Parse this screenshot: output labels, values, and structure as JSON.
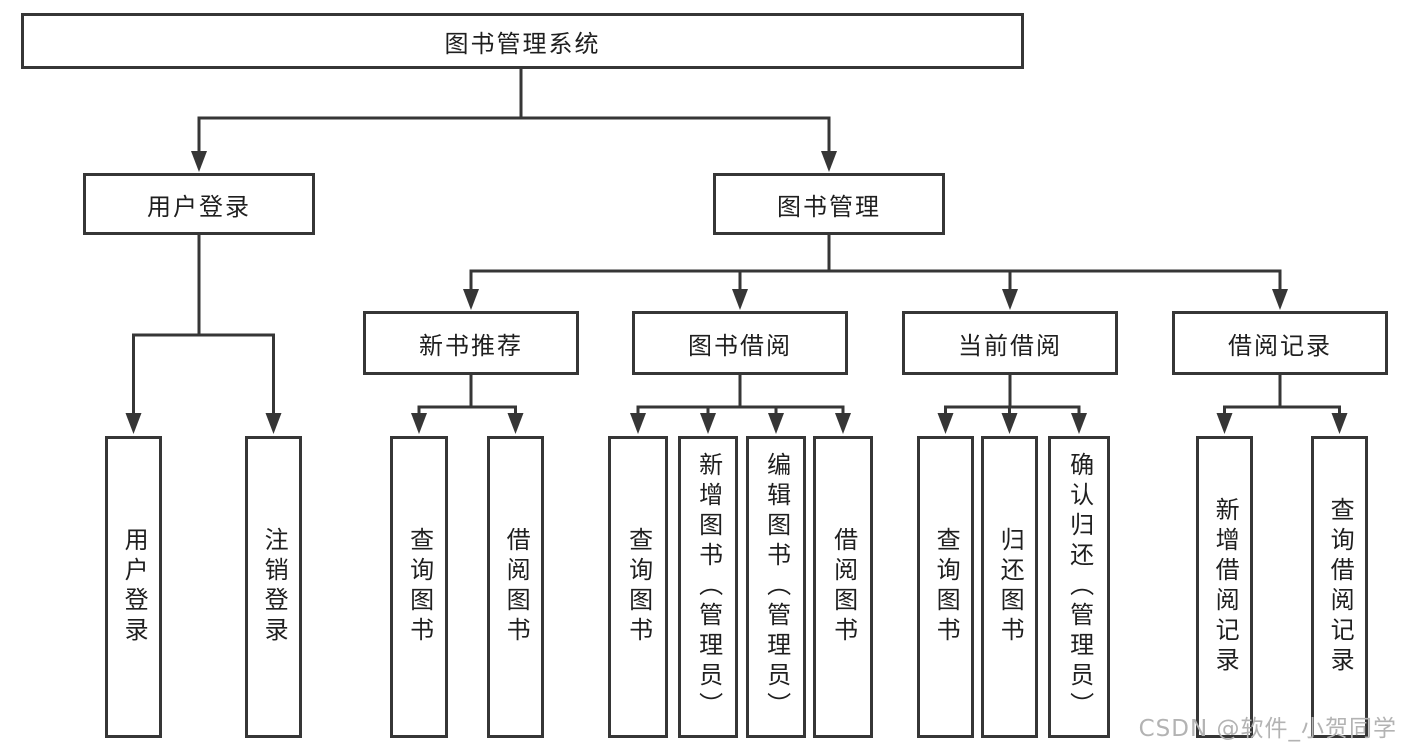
{
  "diagram": {
    "root": {
      "label": "图书管理系统"
    },
    "level1": [
      {
        "label": "用户登录",
        "parent": "图书管理系统"
      },
      {
        "label": "图书管理",
        "parent": "图书管理系统"
      }
    ],
    "level2": [
      {
        "label": "新书推荐",
        "parent": "图书管理"
      },
      {
        "label": "图书借阅",
        "parent": "图书管理"
      },
      {
        "label": "当前借阅",
        "parent": "图书管理"
      },
      {
        "label": "借阅记录",
        "parent": "图书管理"
      }
    ],
    "leaves": [
      {
        "label": "用户登录",
        "parent": "用户登录"
      },
      {
        "label": "注销登录",
        "parent": "用户登录"
      },
      {
        "label": "查询图书",
        "parent": "新书推荐"
      },
      {
        "label": "借阅图书",
        "parent": "新书推荐"
      },
      {
        "label": "查询图书",
        "parent": "图书借阅"
      },
      {
        "label": "新增图书（管理员）",
        "parent": "图书借阅"
      },
      {
        "label": "编辑图书（管理员）",
        "parent": "图书借阅"
      },
      {
        "label": "借阅图书",
        "parent": "图书借阅"
      },
      {
        "label": "查询图书",
        "parent": "当前借阅"
      },
      {
        "label": "归还图书",
        "parent": "当前借阅"
      },
      {
        "label": "确认归还（管理员）",
        "parent": "当前借阅"
      },
      {
        "label": "新增借阅记录",
        "parent": "借阅记录"
      },
      {
        "label": "查询借阅记录",
        "parent": "借阅记录"
      }
    ],
    "watermark": "CSDN @软件_小贺同学",
    "colors": {
      "line": "#363636",
      "box_border": "#363636",
      "text": "#1f1f1f",
      "watermark": "#b3b3b3",
      "background": "#ffffff"
    }
  }
}
